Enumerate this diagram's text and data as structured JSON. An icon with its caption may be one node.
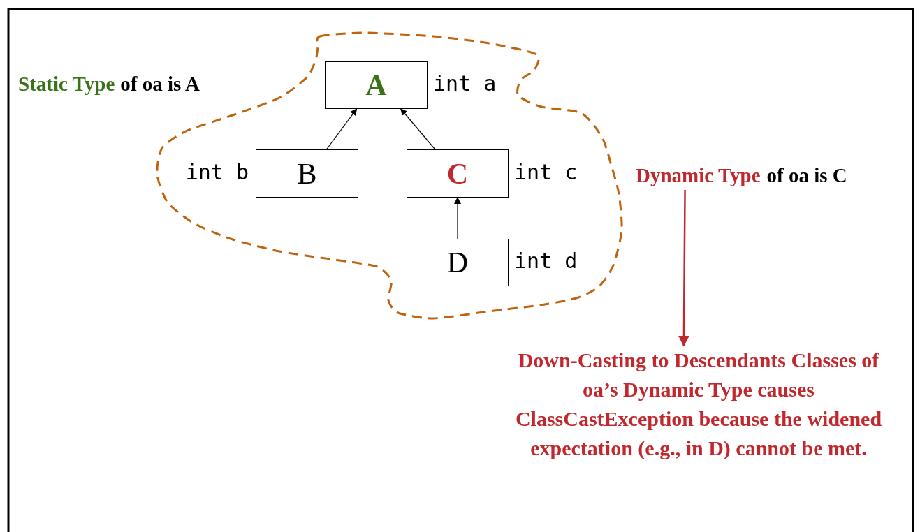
{
  "diagram": {
    "nodes": [
      {
        "text": [],
        "shape": "cloud"
      },
      {
        "text": [
          "A"
        ],
        "in": 0,
        "beside": [
          "int a"
        ]
      },
      {
        "text": [
          "B"
        ],
        "in": 0,
        "beside": [
          "int b"
        ]
      },
      {
        "text": [
          "C"
        ],
        "in": 0,
        "beside": [
          "int c"
        ]
      },
      {
        "text": [
          "D"
        ],
        "in": 0,
        "beside": [
          "int d"
        ]
      },
      {
        "text": [
          "Dynamic Type",
          "of oa is C"
        ]
      },
      {
        "text": [
          "Down-Casting to Descendants Classes of oa’s Dynamic Type causes ClassCastException because the widened expectation (e.g., in D) cannot be met."
        ]
      }
    ],
    "edges": [
      {
        "from": 2,
        "to": 1,
        "arrow": "to"
      },
      {
        "from": 3,
        "to": 1,
        "arrow": "to"
      },
      {
        "from": 4,
        "to": 3,
        "arrow": "to"
      },
      {
        "from": 5,
        "to": 6,
        "arrow": "to",
        "color": "#c0282d"
      }
    ],
    "labels": [
      "Static Type",
      "of oa is A"
    ]
  }
}
